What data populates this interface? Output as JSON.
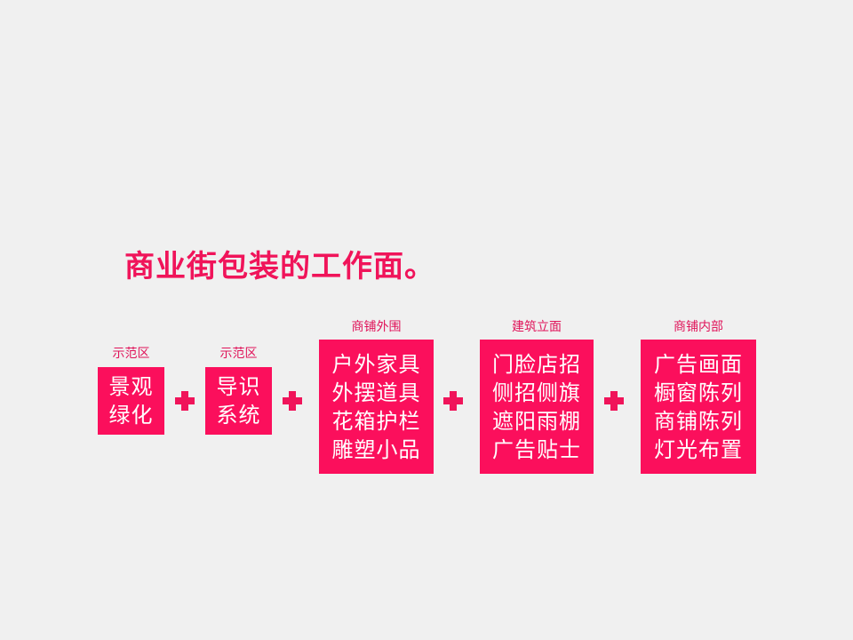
{
  "title": "商业街包装的工作面。",
  "colors": {
    "accent": "#fb0f5c",
    "title": "#f0145a",
    "background": "#f0f0f0"
  },
  "groups": [
    {
      "label": "示范区",
      "lines": [
        "景观",
        "绿化"
      ]
    },
    {
      "label": "示范区",
      "lines": [
        "导识",
        "系统"
      ]
    },
    {
      "label": "商铺外围",
      "lines": [
        "户外家具",
        "外摆道具",
        "花箱护栏",
        "雕塑小品"
      ]
    },
    {
      "label": "建筑立面",
      "lines": [
        "门脸店招",
        "侧招侧旗",
        "遮阳雨棚",
        "广告贴士"
      ]
    },
    {
      "label": "商铺内部",
      "lines": [
        "广告画面",
        "橱窗陈列",
        "商铺陈列",
        "灯光布置"
      ]
    }
  ],
  "connectors": [
    "plus-icon",
    "plus-icon",
    "plus-icon",
    "plus-icon"
  ]
}
